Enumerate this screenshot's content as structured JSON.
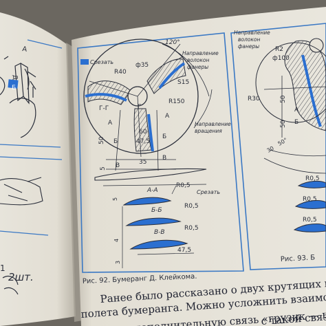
{
  "left_page": {
    "label_a": "А",
    "label_d": "Д",
    "label_b": "Б",
    "count_label": "2шт.",
    "stray_digit": "1"
  },
  "figure_92": {
    "legend": "Срезать",
    "dims": {
      "angle": "120°",
      "diameter": "ф35",
      "r40": "R40",
      "s15": "S15",
      "r150": "R150",
      "gg": "Г-Г",
      "g": "Г",
      "a": "А",
      "b": "Б",
      "v": "В",
      "d60": "60",
      "d475": "47,5",
      "d35": "35",
      "d50": "50",
      "d5": "5"
    },
    "grain_note": [
      "Направление",
      "волокон",
      "фанеры"
    ],
    "rotation_note": [
      "Направление",
      "вращения"
    ],
    "sections": [
      {
        "label": "А-А",
        "radius": "R0,5",
        "note": "Срезать"
      },
      {
        "label": "Б-Б",
        "radius": "R0,5"
      },
      {
        "label": "В-В",
        "radius": "R0,5"
      }
    ],
    "side_dims": {
      "d3": "3",
      "d4": "4",
      "d5": "5",
      "d475": "47,5"
    },
    "caption": "Рис. 92. Бумеранг Д. Клейкома."
  },
  "figure_93": {
    "grain_note": [
      "Направление",
      "волокон",
      "фанеры"
    ],
    "dims": {
      "r2": "R2",
      "d100": "ф100",
      "r30": "R30",
      "d50a": "50",
      "d50b": "50",
      "a": "А",
      "b": "Б",
      "angle30": "30",
      "angle50": "50°",
      "r05a": "R0,5",
      "r05b": "R0,5",
      "r05c": "R0,5"
    },
    "caption": "Рис. 93. Б"
  },
  "body_text": [
    "Ранее было рассказано о двух крутящих момента",
    "полета бумеранга. Можно усложнить взаимодей",
    "дополнительную связь «грузик — ша",
    "с такой связь"
  ],
  "colors": {
    "ink": "#2a2e3a",
    "blue_frame": "#3a78c4",
    "blue_fill": "#2b6fd0",
    "page": "#e6e2d7"
  }
}
